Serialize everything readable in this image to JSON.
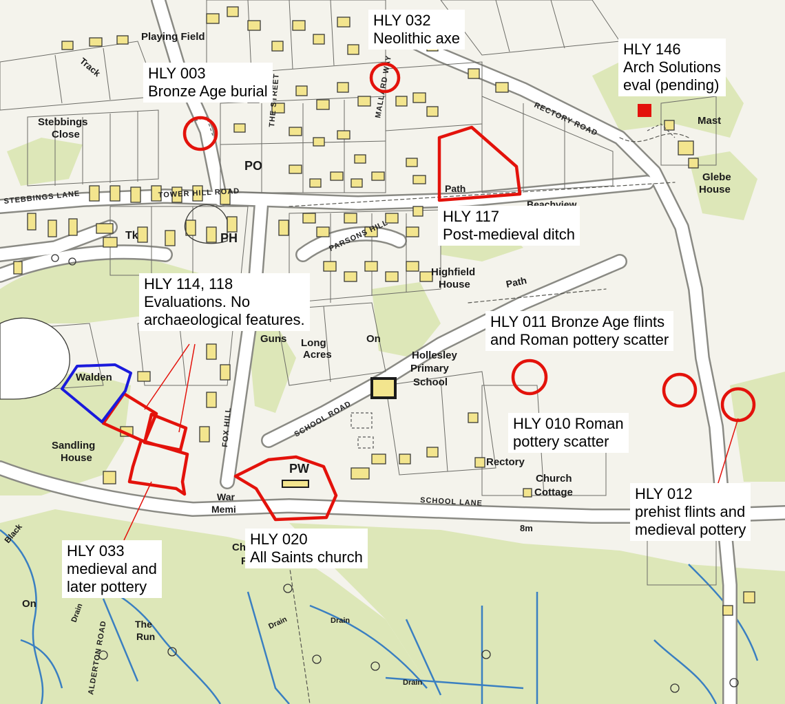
{
  "colors": {
    "paper": "#f4f3ec",
    "green": "#dde7b8",
    "building": "#f3e58e",
    "road": "#ffffff",
    "water": "#3a7fc1",
    "marker_red": "#e3120b",
    "marker_blue": "#1a1adc"
  },
  "base_map_labels": {
    "playing_field": "Playing Field",
    "track": "Track",
    "stebbings_close_1": "Stebbings",
    "stebbings_close_2": "Close",
    "stebbings_lane": "STEBBINGS LANE",
    "tower_hill_road": "TOWER HILL ROAD",
    "the_street": "THE STREET",
    "mallard_way": "MALLARD WAY",
    "rectory_road": "RECTORY ROAD",
    "po": "PO",
    "ph": "PH",
    "tk": "Tk",
    "path_1": "Path",
    "path_2": "Path",
    "beachview": "Beachview",
    "parsons_hill": "PARSONS HILL",
    "highfield_1": "Highfield",
    "highfield_2": "House",
    "mast": "Mast",
    "glebe_1": "Glebe",
    "glebe_2": "House",
    "walden": "Walden",
    "sandling_1": "Sandling",
    "sandling_2": "House",
    "fox_hill": "FOX HILL",
    "school_road": "SCHOOL ROAD",
    "long_acres_1": "Long",
    "long_acres_2": "Acres",
    "guns": "Guns",
    "school_1": "Hollesley",
    "school_2": "Primary",
    "school_3": "School",
    "rectory": "Rectory",
    "church_cottage_1": "Church",
    "church_cottage_2": "Cottage",
    "school_lane": "SCHOOL LANE",
    "pw": "PW",
    "war_memi_1": "War",
    "war_memi_2": "Memi",
    "ch_1": "Ch",
    "ch_2": "F",
    "bm": "8m",
    "the_run_1": "The",
    "the_run_2": "Run",
    "alderton_road": "ALDERTON ROAD",
    "drain_1": "Drain",
    "drain_2": "Drain",
    "drain_3": "Drain",
    "drain_4": "Drain",
    "black": "Black",
    "on_1": "On",
    "on_2": "On"
  },
  "annotations": {
    "hly003": {
      "line1": "HLY 003",
      "line2": "Bronze Age burial"
    },
    "hly032": {
      "line1": "HLY 032",
      "line2": "Neolithic axe"
    },
    "hly146": {
      "line1": "HLY 146",
      "line2": "Arch Solutions",
      "line3": "eval (pending)"
    },
    "hly117": {
      "line1": "HLY 117",
      "line2": "Post-medieval ditch"
    },
    "hly114": {
      "line1": "HLY 114, 118",
      "line2": "Evaluations. No",
      "line3": "archaeological features."
    },
    "hly011": {
      "line1": "HLY 011 Bronze Age flints",
      "line2": "and Roman pottery scatter"
    },
    "hly010": {
      "line1": "HLY 010 Roman",
      "line2": "pottery scatter"
    },
    "hly012": {
      "line1": "HLY 012",
      "line2": "prehist flints and",
      "line3": "medieval pottery"
    },
    "hly033": {
      "line1": "HLY 033",
      "line2": "medieval and",
      "line3": "later pottery"
    },
    "hly020": {
      "line1": "HLY 020",
      "line2": "All Saints church"
    }
  }
}
